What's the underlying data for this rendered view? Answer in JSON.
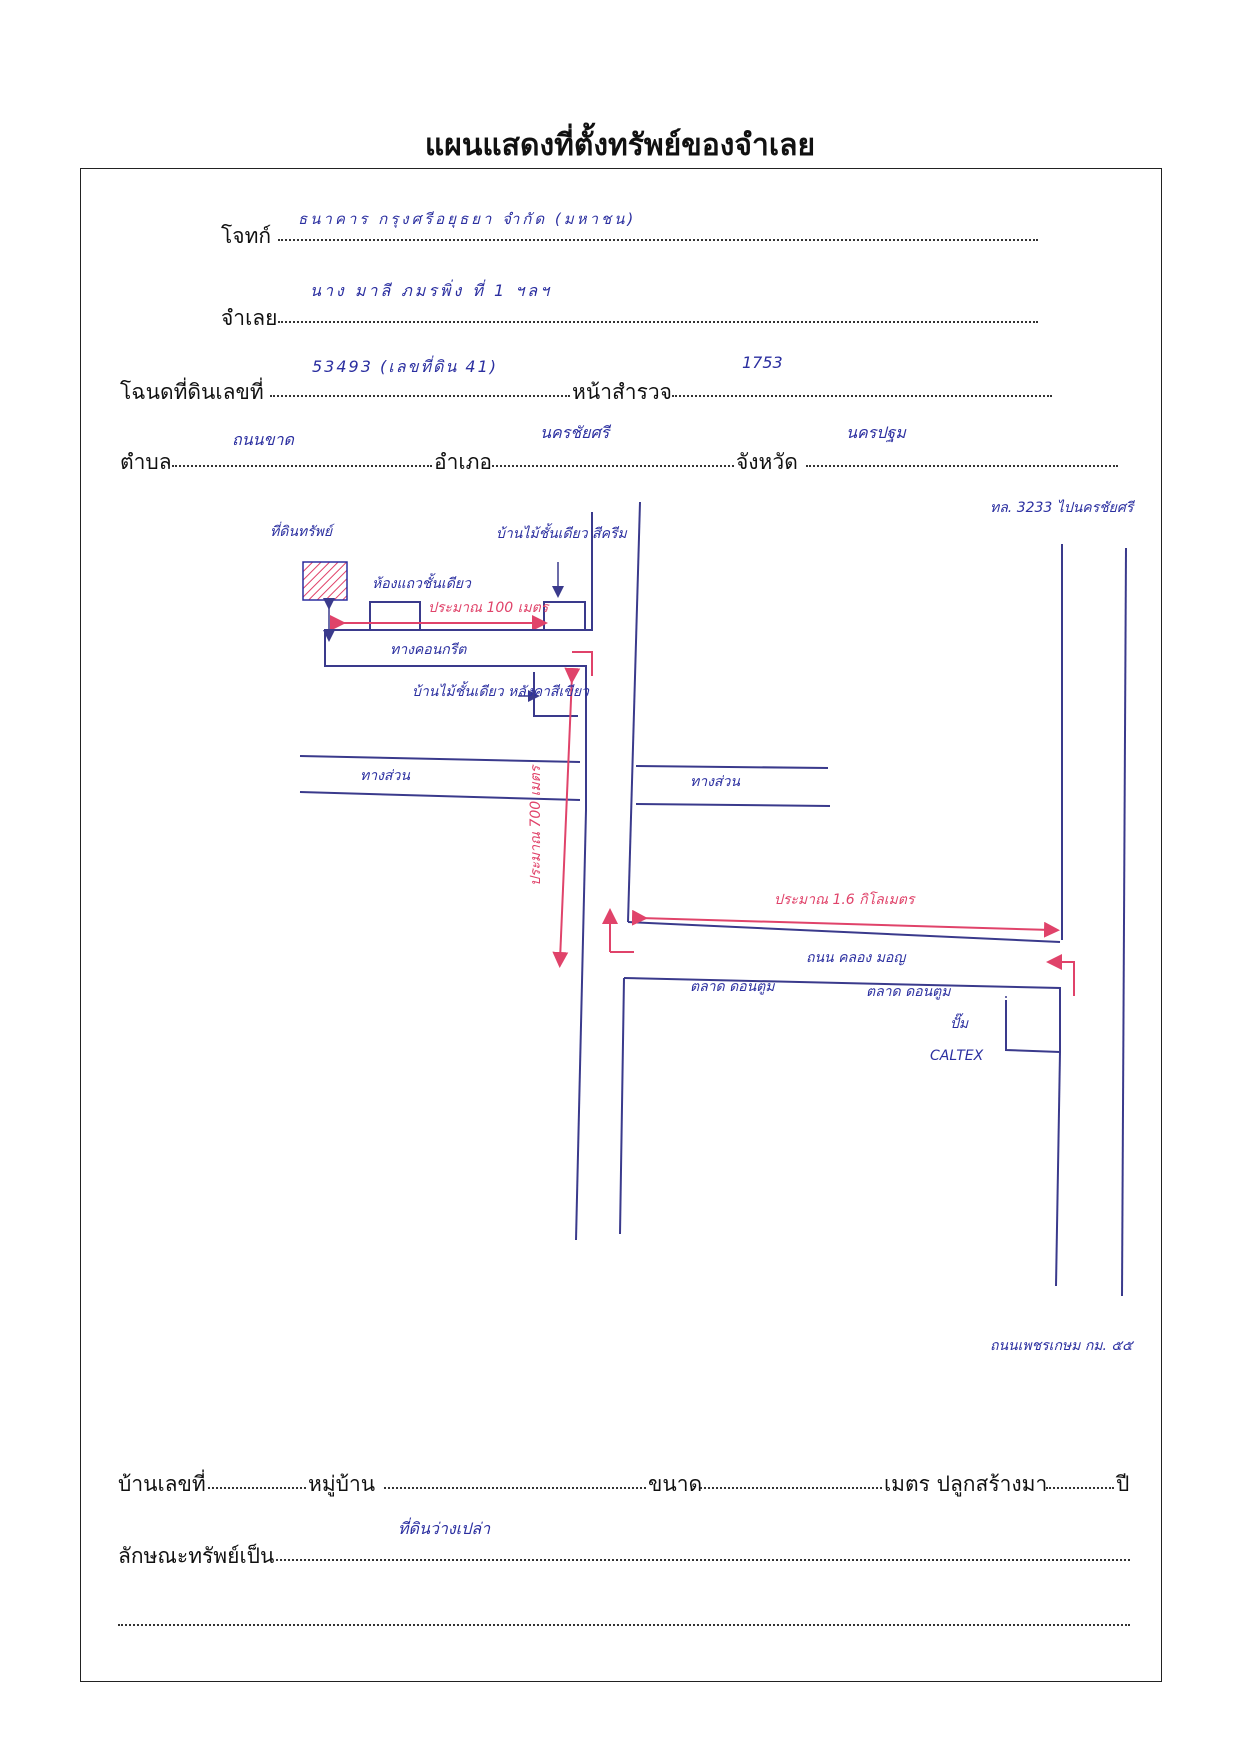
{
  "title": "แผนแสดงที่ตั้งทรัพย์ของจำเลย",
  "fields": {
    "plaintiff": {
      "label": "โจทก์",
      "value": "ธนาคาร กรุงศรีอยุธยา จำกัด (มหาชน)"
    },
    "defendant": {
      "label": "จำเลย",
      "value": "นาง มาลี ภมรพิ่ง ที่ 1 ฯลฯ"
    },
    "deed_no": {
      "label": "โฉนดที่ดินเลขที่",
      "value": "53493 (เลขที่ดิน 41)"
    },
    "survey_page": {
      "label": "หน้าสำรวจ",
      "value": "1753"
    },
    "subdistrict": {
      "label": "ตำบล",
      "value": "ถนนขาด"
    },
    "district": {
      "label": "อำเภอ",
      "value": "นครชัยศรี"
    },
    "province": {
      "label": "จังหวัด",
      "value": "นครปฐม"
    },
    "house_no": {
      "label": "บ้านเลขที่"
    },
    "village": {
      "label": "หมู่บ้าน"
    },
    "size": {
      "label": "ขนาด"
    },
    "built": {
      "label": "เมตร ปลูกสร้างมา",
      "suffix": "ปี"
    },
    "property_type": {
      "label": "ลักษณะทรัพย์เป็น",
      "value": "ที่ดินว่างเปล่า"
    }
  },
  "map": {
    "property": "ที่ดินทรัพย์",
    "highway": "ทล. 3233 ไปนครชัยศรี",
    "old_house_top": "บ้านไม้ชั้นเดียว สีครีม",
    "row_house": "ห้องแถวชั้นเดียว",
    "dist_100m": "ประมาณ 100 เมตร",
    "lane": "ทางคอนกรีต",
    "old_house_mid": "บ้านไม้ชั้นเดียว หลังคาสีเขียว",
    "side_road_left": "ทางส่วน",
    "side_road_right": "ทางส่วน",
    "dist_700m": "ประมาณ 700 เมตร",
    "dist_1_6km": "ประมาณ 1.6 กิโลเมตร",
    "main_road": "ถนน คลอง มอญ",
    "sign_left": "ตลาด ดอนตูม",
    "sign_right": "ตลาด ดอนตูม",
    "gas_station": "ปั๊ม",
    "caltex": "CALTEX",
    "bottom_note": "ถนนเพชรเกษม กม. ๕๕"
  }
}
